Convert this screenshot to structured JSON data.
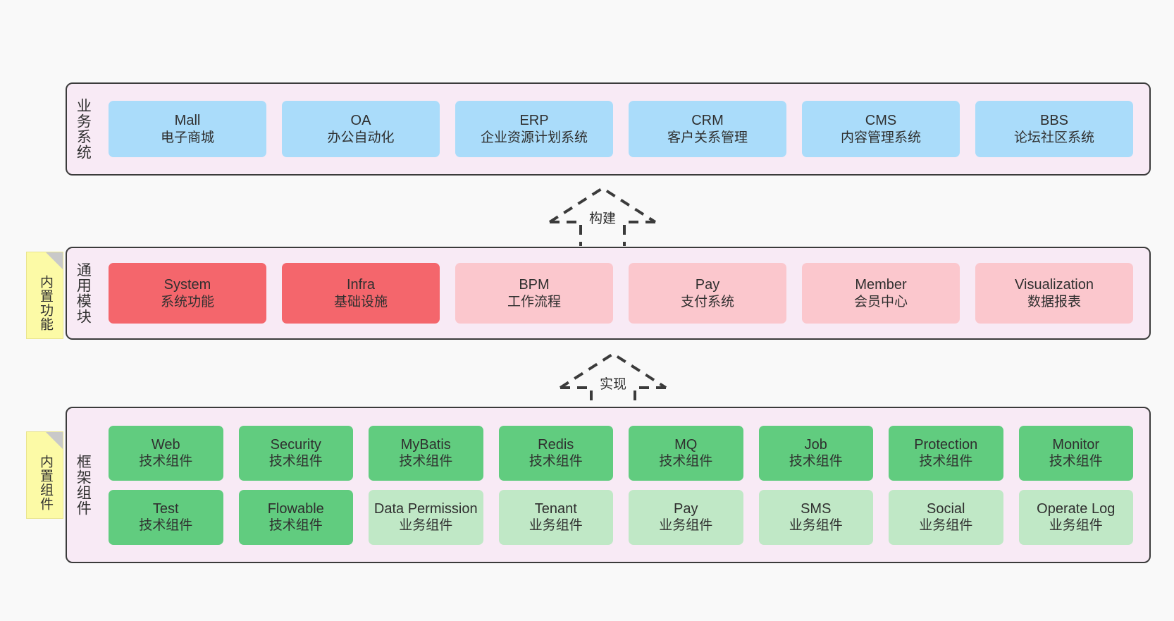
{
  "diagram": {
    "background_color": "#f9f9f9",
    "band_background": "#f8eaf5",
    "band_border": "#3b3b3b"
  },
  "business": {
    "title": "业务系统",
    "card_color": "#aadcfa",
    "cards": [
      {
        "en": "Mall",
        "cn": "电子商城"
      },
      {
        "en": "OA",
        "cn": "办公自动化"
      },
      {
        "en": "ERP",
        "cn": "企业资源计划系统"
      },
      {
        "en": "CRM",
        "cn": "客户关系管理"
      },
      {
        "en": "CMS",
        "cn": "内容管理系统"
      },
      {
        "en": "BBS",
        "cn": "论坛社区系统"
      }
    ]
  },
  "arrow_build": {
    "label": "构建"
  },
  "modules": {
    "title": "通用模块",
    "sticky": "内置功能",
    "strong_color": "#f4666c",
    "soft_color": "#fbc7cd",
    "cards": [
      {
        "en": "System",
        "cn": "系统功能",
        "variant": "strong"
      },
      {
        "en": "Infra",
        "cn": "基础设施",
        "variant": "strong"
      },
      {
        "en": "BPM",
        "cn": "工作流程",
        "variant": "soft"
      },
      {
        "en": "Pay",
        "cn": "支付系统",
        "variant": "soft"
      },
      {
        "en": "Member",
        "cn": "会员中心",
        "variant": "soft"
      },
      {
        "en": "Visualization",
        "cn": "数据报表",
        "variant": "soft"
      }
    ]
  },
  "arrow_impl": {
    "label": "实现"
  },
  "framework": {
    "title": "框架组件",
    "sticky": "内置组件",
    "tech_color": "#61cc7f",
    "biz_color": "#c0e8c6",
    "row1": [
      {
        "en": "Web",
        "cn": "技术组件",
        "variant": "tech"
      },
      {
        "en": "Security",
        "cn": "技术组件",
        "variant": "tech"
      },
      {
        "en": "MyBatis",
        "cn": "技术组件",
        "variant": "tech"
      },
      {
        "en": "Redis",
        "cn": "技术组件",
        "variant": "tech"
      },
      {
        "en": "MQ",
        "cn": "技术组件",
        "variant": "tech"
      },
      {
        "en": "Job",
        "cn": "技术组件",
        "variant": "tech"
      },
      {
        "en": "Protection",
        "cn": "技术组件",
        "variant": "tech"
      },
      {
        "en": "Monitor",
        "cn": "技术组件",
        "variant": "tech"
      }
    ],
    "row2": [
      {
        "en": "Test",
        "cn": "技术组件",
        "variant": "tech"
      },
      {
        "en": "Flowable",
        "cn": "技术组件",
        "variant": "tech"
      },
      {
        "en": "Data Permission",
        "cn": "业务组件",
        "variant": "biz"
      },
      {
        "en": "Tenant",
        "cn": "业务组件",
        "variant": "biz"
      },
      {
        "en": "Pay",
        "cn": "业务组件",
        "variant": "biz"
      },
      {
        "en": "SMS",
        "cn": "业务组件",
        "variant": "biz"
      },
      {
        "en": "Social",
        "cn": "业务组件",
        "variant": "biz"
      },
      {
        "en": "Operate Log",
        "cn": "业务组件",
        "variant": "biz"
      }
    ]
  }
}
